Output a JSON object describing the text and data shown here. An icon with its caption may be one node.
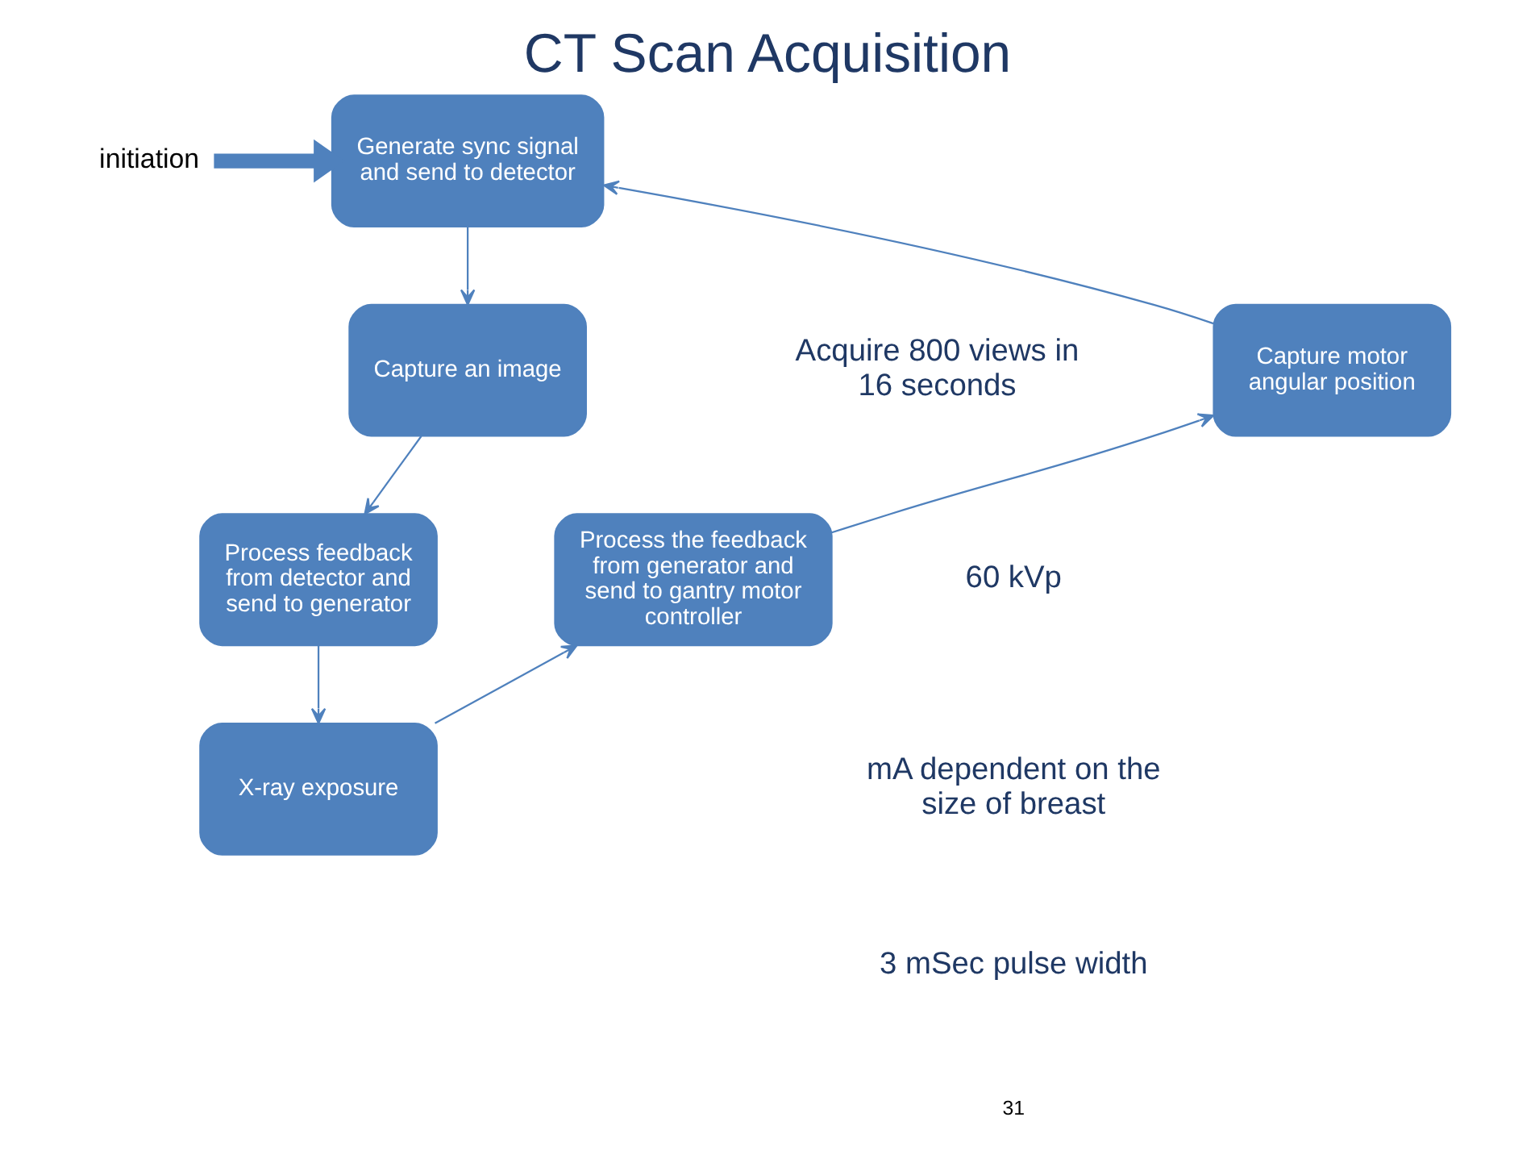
{
  "diagram": {
    "title": "CT Scan Acquisition",
    "nodes": [
      {
        "text": [
          "initiation"
        ]
      },
      {
        "text": [
          "Generate sync signal and send to detector"
        ]
      },
      {
        "text": [
          "Capture an image"
        ]
      },
      {
        "text": [
          "Process feedback from detector and send to generator"
        ]
      },
      {
        "text": [
          "X-ray exposure"
        ]
      },
      {
        "text": [
          "Process the feedback from generator and send to gantry motor controller"
        ]
      },
      {
        "text": [
          "Capture motor angular position"
        ]
      }
    ],
    "edges": [
      {
        "from": 0,
        "to": 1,
        "arrow": "to",
        "style": "thick"
      },
      {
        "from": 1,
        "to": 2,
        "arrow": "to"
      },
      {
        "from": 2,
        "to": 3,
        "arrow": "to"
      },
      {
        "from": 3,
        "to": 4,
        "arrow": "to"
      },
      {
        "from": 4,
        "to": 5,
        "arrow": "to"
      },
      {
        "from": 5,
        "to": 6,
        "arrow": "to"
      },
      {
        "from": 6,
        "to": 1,
        "arrow": "to"
      }
    ],
    "labels": [
      "Acquire 800 views in 16 seconds",
      "60 kVp",
      "mA dependent on the size of breast",
      "3 mSec pulse width",
      "31"
    ]
  }
}
